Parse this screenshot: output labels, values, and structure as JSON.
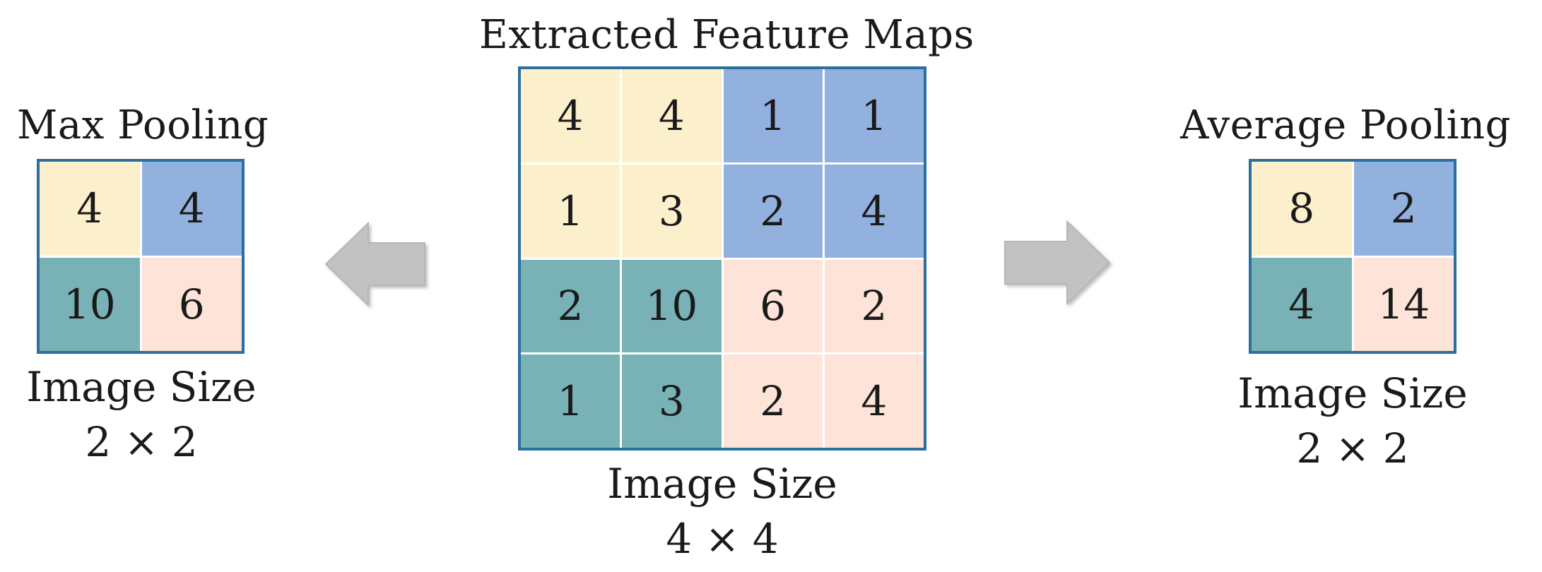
{
  "feature_maps": {
    "title": "Extracted Feature Maps",
    "caption_line1": "Image Size",
    "caption_line2": "4 × 4",
    "cells": [
      [
        "4",
        "4",
        "1",
        "1"
      ],
      [
        "1",
        "3",
        "2",
        "4"
      ],
      [
        "2",
        "10",
        "6",
        "2"
      ],
      [
        "1",
        "3",
        "2",
        "4"
      ]
    ]
  },
  "max_pooling": {
    "title": "Max Pooling",
    "caption_line1": "Image Size",
    "caption_line2": "2 × 2",
    "cells": [
      [
        "4",
        "4"
      ],
      [
        "10",
        "6"
      ]
    ]
  },
  "average_pooling": {
    "title": "Average Pooling",
    "caption_line1": "Image Size",
    "caption_line2": "2 × 2",
    "cells": [
      [
        "8",
        "2"
      ],
      [
        "4",
        "14"
      ]
    ]
  },
  "colors": {
    "quadrant_top_left": "#fcf0cc",
    "quadrant_top_right": "#93b1de",
    "quadrant_bottom_left": "#78b2b6",
    "quadrant_bottom_right": "#fde3d8",
    "grid_border": "#2a6f9e",
    "arrow_fill": "#c2c2c2"
  },
  "icons": {
    "left_arrow": "left-arrow-icon",
    "right_arrow": "right-arrow-icon"
  }
}
